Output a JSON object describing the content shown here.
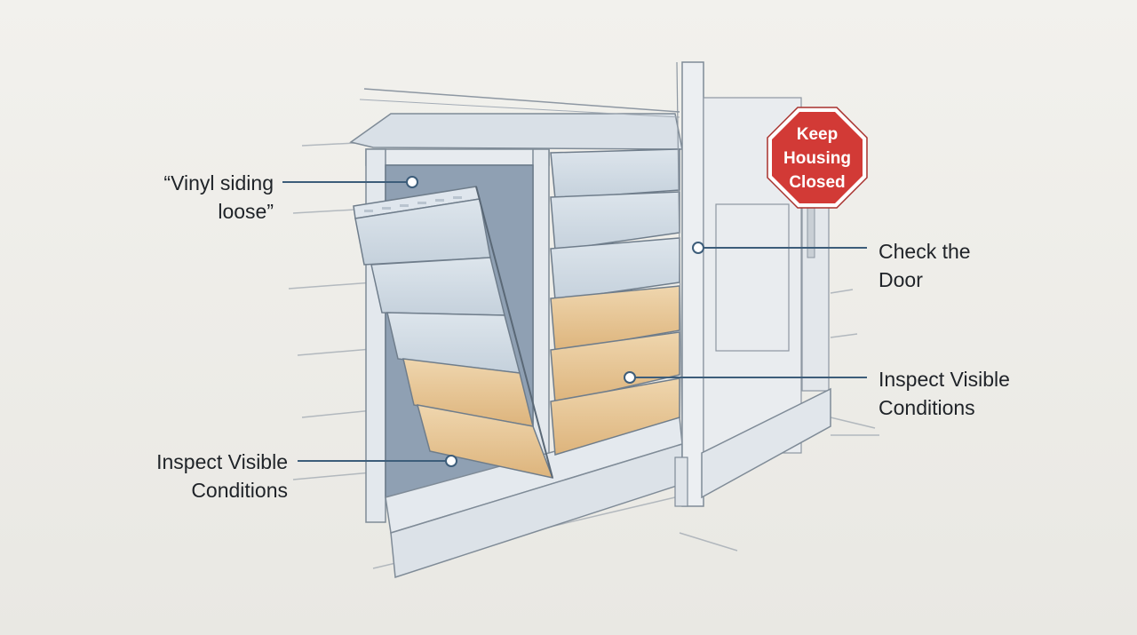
{
  "callouts": {
    "vinyl_siding": {
      "line1": "“Vinyl siding",
      "line2": "loose”"
    },
    "inspect_left": {
      "line1": "Inspect Visible",
      "line2": "Conditions"
    },
    "check_door": {
      "line1": "Check the",
      "line2": "Door"
    },
    "inspect_right": {
      "line1": "Inspect Visible",
      "line2": "Conditions"
    }
  },
  "stop_sign": {
    "line1": "Keep",
    "line2": "Housing",
    "line3": "Closed",
    "color": "#d23a36"
  },
  "colors": {
    "background": "#efeeea",
    "leader_line": "#3d5d7a",
    "siding_blue": "#cfd9e3",
    "siding_tan": "#e2c08e",
    "housing_interior": "#8fa0b3"
  }
}
